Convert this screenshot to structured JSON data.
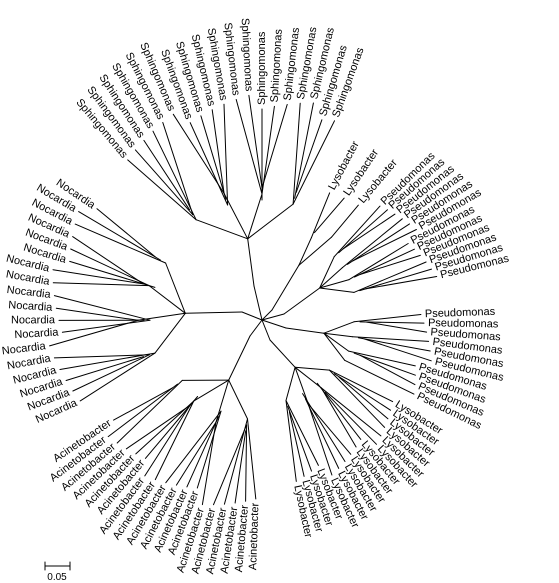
{
  "tree": {
    "clades": [
      {
        "name": "Sphingomonas",
        "angle_start": 70,
        "angle_end": 130,
        "count": 19,
        "leaf_r": 255,
        "inner_r": 150,
        "root_offset": [
          -8,
          -34
        ]
      },
      {
        "name": "Lysobacter",
        "angle_start": 50,
        "angle_end": 62,
        "count": 3,
        "leaf_r": 190,
        "inner_r": 120,
        "root_offset": [
          10,
          -10
        ]
      },
      {
        "name": "Pseudomonas",
        "angle_start": 14,
        "angle_end": 44,
        "count": 12,
        "leaf_r": 210,
        "inner_r": 120,
        "root_offset": [
          22,
          -6
        ]
      },
      {
        "name": "Pseudomonas",
        "angle_start": -26,
        "angle_end": 2,
        "count": 10,
        "leaf_r": 205,
        "inner_r": 115,
        "root_offset": [
          24,
          8
        ]
      },
      {
        "name": "Lysobacter",
        "angle_start": -78,
        "angle_end": -32,
        "count": 16,
        "leaf_r": 200,
        "inner_r": 105,
        "root_offset": [
          8,
          20
        ]
      },
      {
        "name": "Acinetobacter",
        "angle_start": -146,
        "angle_end": -92,
        "count": 18,
        "leaf_r": 225,
        "inner_r": 125,
        "root_offset": [
          -12,
          16
        ]
      },
      {
        "name": "Nocardia",
        "angle_start": 146,
        "angle_end": 204,
        "count": 18,
        "leaf_r": 245,
        "inner_r": 140,
        "root_offset": [
          -20,
          -8
        ]
      }
    ],
    "scale_bar": {
      "label": "0.05"
    }
  }
}
